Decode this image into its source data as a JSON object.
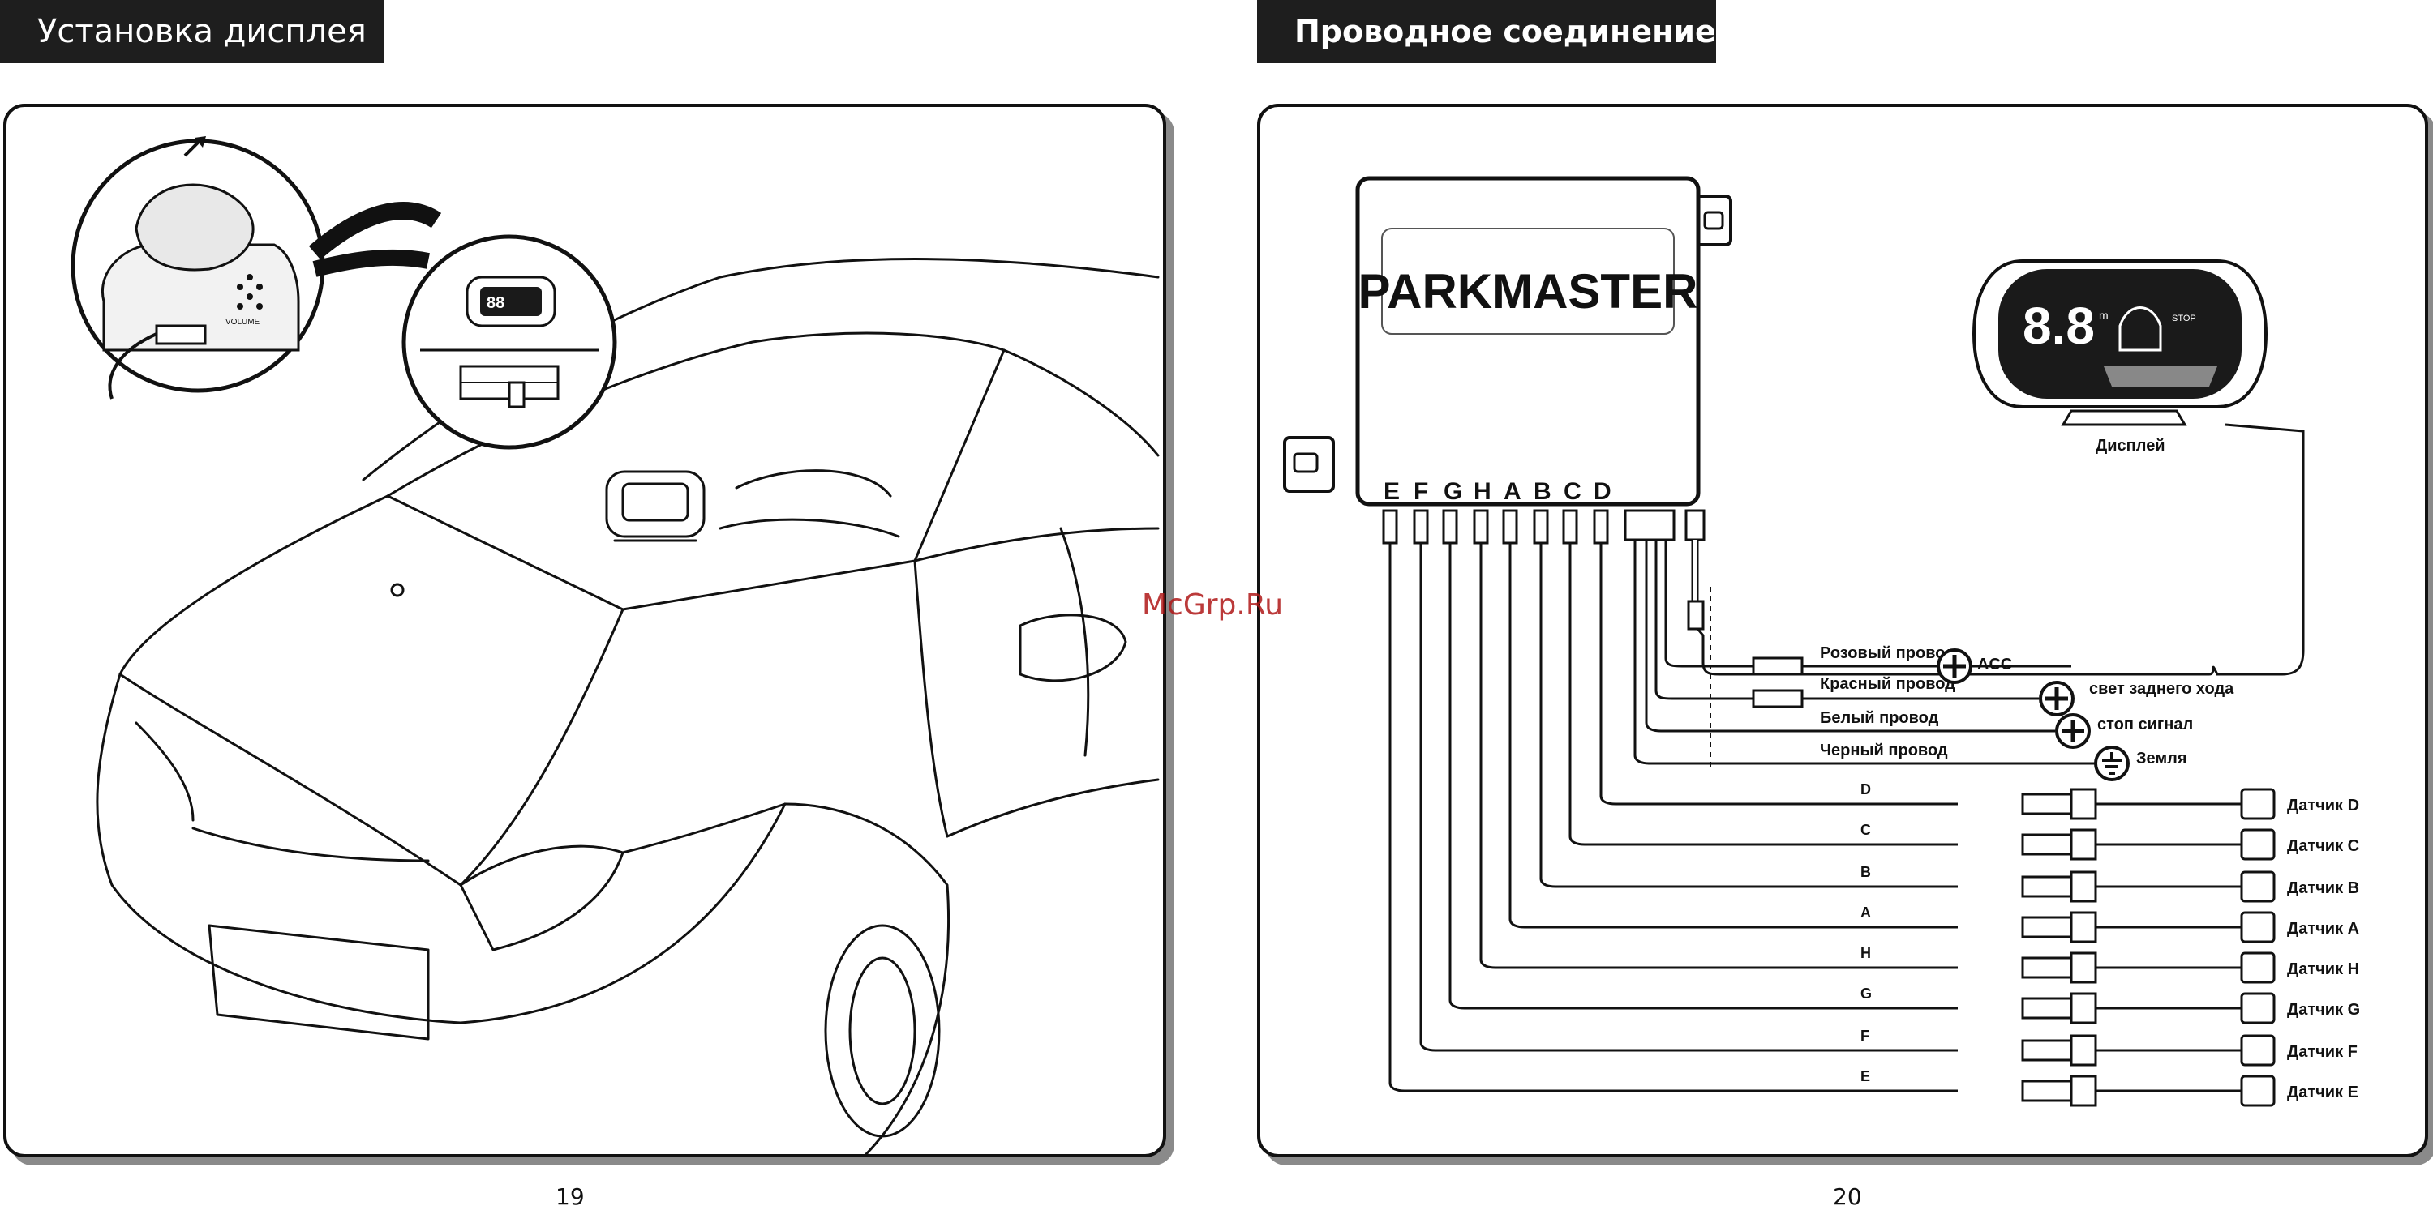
{
  "left_page": {
    "tab_title": "Установка дисплея",
    "display_inset": {
      "readout": "88",
      "knob_label": "VOLUME"
    },
    "page_number": "19"
  },
  "right_page": {
    "tab_title": "Проводное соединение",
    "unit_brand": "PARKMASTER",
    "connector_letters": [
      "E",
      "F",
      "G",
      "H",
      "A",
      "B",
      "C",
      "D"
    ],
    "display": {
      "label": "Дисплей",
      "readout": "8.8",
      "unit": "m",
      "stop": "STOP"
    },
    "wires": [
      {
        "name": "Розовый провод",
        "target": "ACC",
        "symbol": "plus"
      },
      {
        "name": "Красный провод",
        "target": "свет заднего хода",
        "symbol": "plus"
      },
      {
        "name": "Белый провод",
        "target": "стоп сигнал",
        "symbol": "plus"
      },
      {
        "name": "Черный провод",
        "target": "Земля",
        "symbol": "ground"
      }
    ],
    "sensors": [
      {
        "letter": "D",
        "label": "Датчик D"
      },
      {
        "letter": "C",
        "label": "Датчик C"
      },
      {
        "letter": "B",
        "label": "Датчик B"
      },
      {
        "letter": "A",
        "label": "Датчик A"
      },
      {
        "letter": "H",
        "label": "Датчик H"
      },
      {
        "letter": "G",
        "label": "Датчик G"
      },
      {
        "letter": "F",
        "label": "Датчик F"
      },
      {
        "letter": "E",
        "label": "Датчик E"
      }
    ],
    "page_number": "20"
  },
  "watermark": "McGrp.Ru",
  "colors": {
    "tab_bg": "#1e1e1e",
    "ink": "#111111",
    "shadow": "#8a8a8a",
    "watermark": "#b01818",
    "lcd": "#1a1a1a"
  }
}
